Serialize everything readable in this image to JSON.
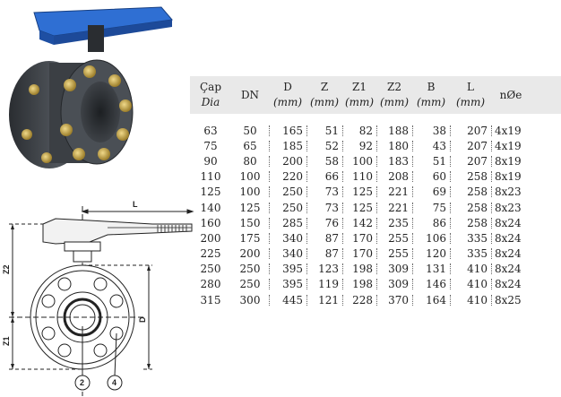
{
  "table": {
    "headers": [
      {
        "top": "Çap",
        "sub": "Dia"
      },
      {
        "top": "DN",
        "sub": ""
      },
      {
        "top": "D",
        "sub": "(mm)"
      },
      {
        "top": "Z",
        "sub": "(mm)"
      },
      {
        "top": "Z1",
        "sub": "(mm)"
      },
      {
        "top": "Z2",
        "sub": "(mm)"
      },
      {
        "top": "B",
        "sub": "(mm)"
      },
      {
        "top": "L",
        "sub": "(mm)"
      },
      {
        "top": "nØe",
        "sub": ""
      }
    ],
    "rows": [
      [
        "63",
        "50",
        "165",
        "51",
        "82",
        "188",
        "38",
        "207",
        "4x19"
      ],
      [
        "75",
        "65",
        "185",
        "52",
        "92",
        "180",
        "43",
        "207",
        "4x19"
      ],
      [
        "90",
        "80",
        "200",
        "58",
        "100",
        "183",
        "51",
        "207",
        "8x19"
      ],
      [
        "110",
        "100",
        "220",
        "66",
        "110",
        "208",
        "60",
        "258",
        "8x19"
      ],
      [
        "125",
        "100",
        "250",
        "73",
        "125",
        "221",
        "69",
        "258",
        "8x23"
      ],
      [
        "140",
        "125",
        "250",
        "73",
        "125",
        "221",
        "75",
        "258",
        "8x23"
      ],
      [
        "160",
        "150",
        "285",
        "76",
        "142",
        "235",
        "86",
        "258",
        "8x24"
      ],
      [
        "200",
        "175",
        "340",
        "87",
        "170",
        "255",
        "106",
        "335",
        "8x24"
      ],
      [
        "225",
        "200",
        "340",
        "87",
        "170",
        "255",
        "120",
        "335",
        "8x24"
      ],
      [
        "250",
        "250",
        "395",
        "123",
        "198",
        "309",
        "131",
        "410",
        "8x24"
      ],
      [
        "280",
        "250",
        "395",
        "119",
        "198",
        "309",
        "146",
        "410",
        "8x24"
      ],
      [
        "315",
        "300",
        "445",
        "121",
        "228",
        "370",
        "164",
        "410",
        "8x25"
      ]
    ]
  },
  "drawing": {
    "dimension_labels": {
      "L": "L",
      "Z2": "Z2",
      "Z1": "Z1",
      "D": "D"
    },
    "callouts": [
      "2",
      "4"
    ]
  },
  "colors": {
    "handle_blue": "#2f6fd3",
    "body_grey": "#3b3f44",
    "bolt_brass": "#c9a94a",
    "table_header_bg": "#e9e9e9"
  }
}
